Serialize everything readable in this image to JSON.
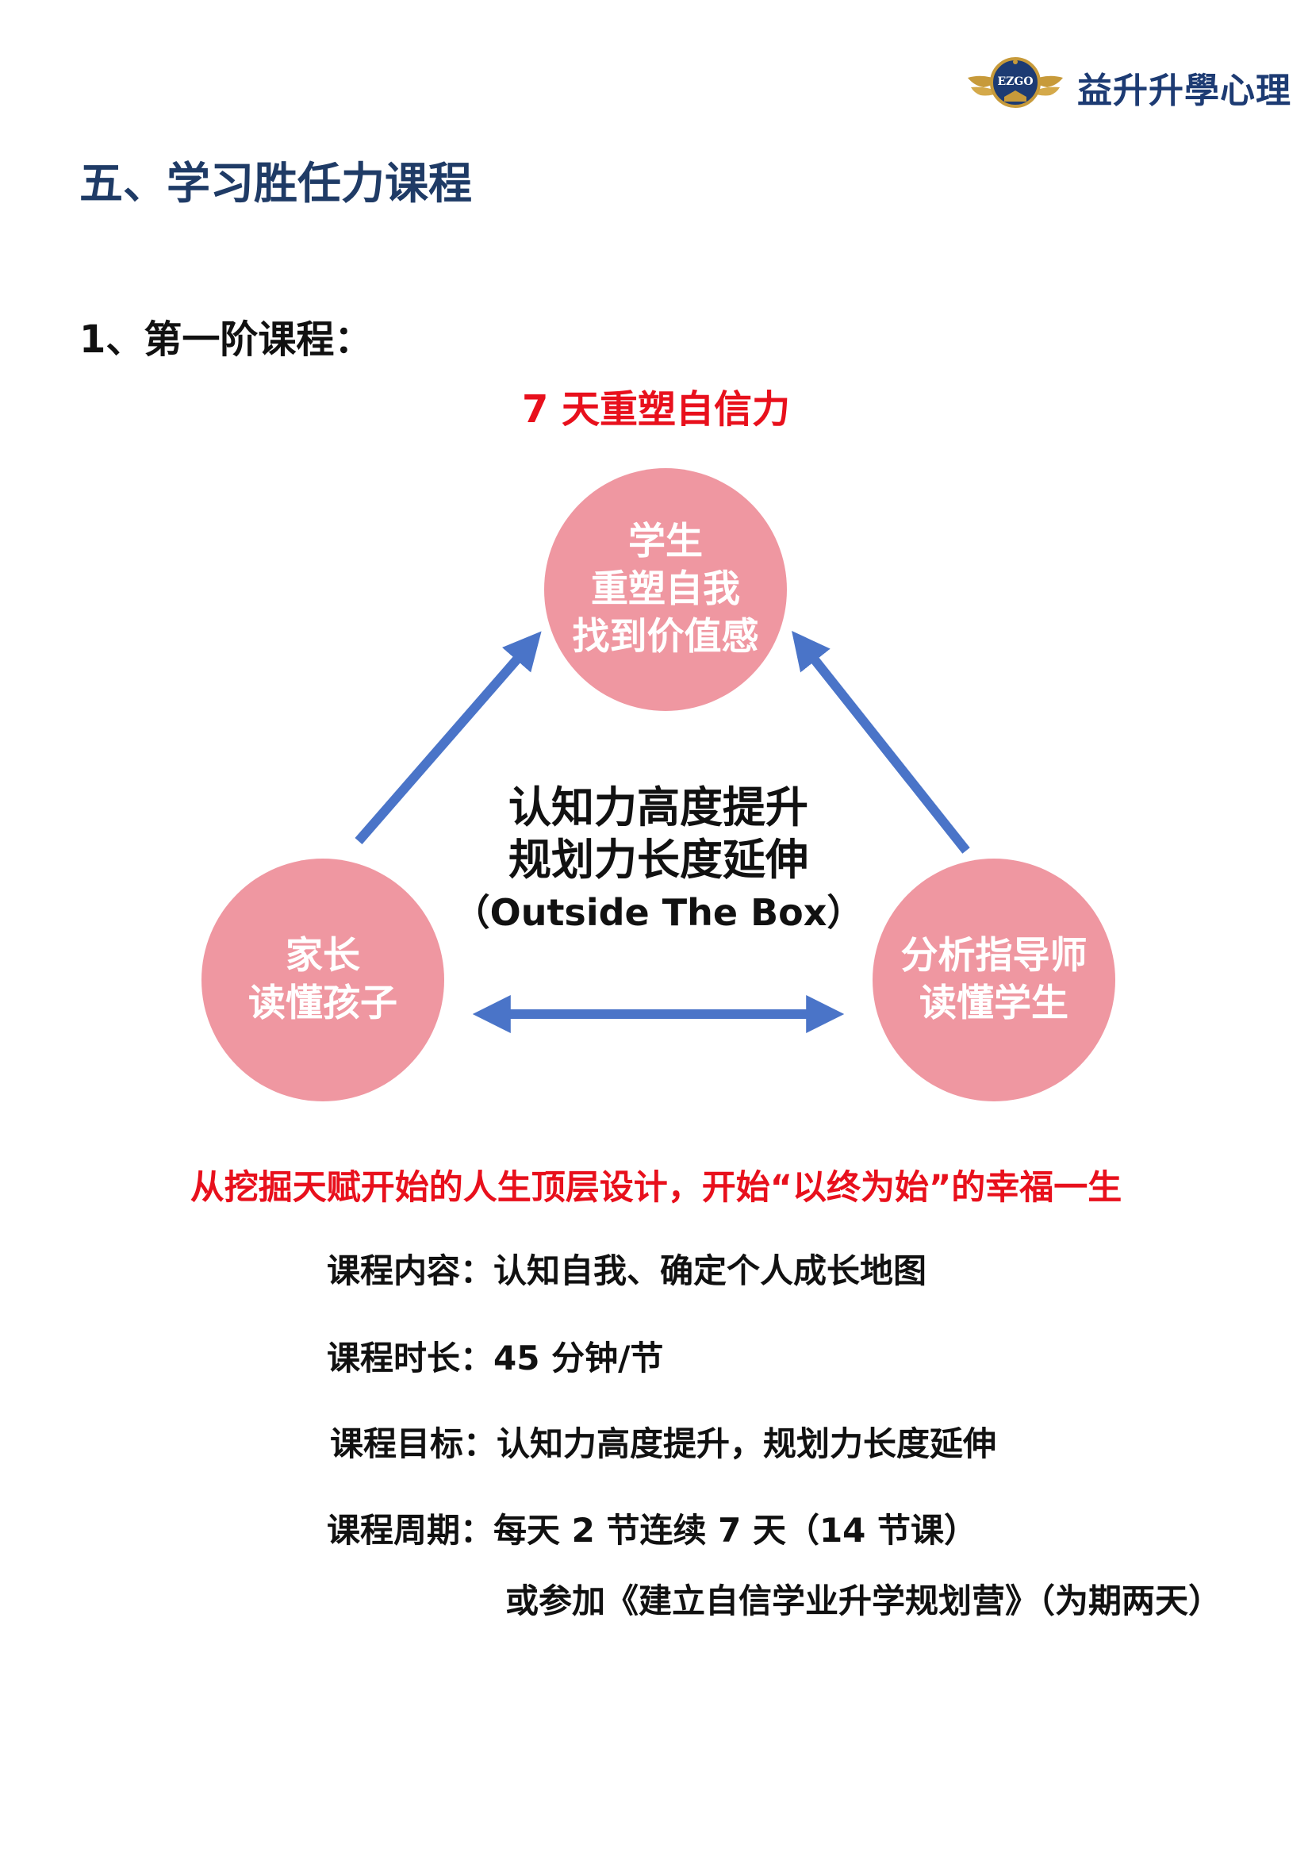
{
  "header": {
    "logo_brand": "益升升學心理",
    "logo_emblem_text": "EZGO"
  },
  "section_title": "五、学习胜任力课程",
  "sub_title": "1、第一阶课程：",
  "red_title": "7 天重塑自信力",
  "diagram": {
    "top_circle": [
      "学生",
      "重塑自我",
      "找到价值感"
    ],
    "left_circle": [
      "家长",
      "读懂孩子"
    ],
    "right_circle": [
      "分析指导师",
      "读懂学生"
    ],
    "center": [
      "认知力高度提升",
      "规划力长度延伸",
      "（Outside The Box）"
    ],
    "circle_color": "#ef97a1",
    "arrow_color": "#4a74c8"
  },
  "slogan": "从挖掘天赋开始的人生顶层设计，开始“以终为始”的幸福一生",
  "details": {
    "content_label": "课程内容：",
    "content_value": "认知自我、确定个人成长地图",
    "duration_label": "课程时长：",
    "duration_value": "45 分钟/节",
    "goal_label": "课程目标：",
    "goal_value": "认知力高度提升，规划力长度延伸",
    "cycle_label": "课程周期：",
    "cycle_value": "每天 2 节连续 7 天（14 节课）",
    "cycle_extra": "或参加《建立自信学业升学规划营》（为期两天）"
  }
}
